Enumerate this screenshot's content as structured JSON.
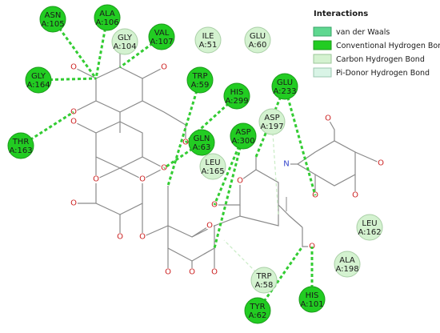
{
  "legend": {
    "title": "Interactions",
    "items": [
      {
        "label": "van der Waals",
        "color": "#5fd890",
        "border": "#3aa468"
      },
      {
        "label": "Conventional Hydrogen Bond",
        "color": "#22cc22",
        "border": "#1a9a1a"
      },
      {
        "label": "Carbon Hydrogen Bond",
        "color": "#d4f2d0",
        "border": "#9cc79a"
      },
      {
        "label": "Pi-Donor Hydrogen Bond",
        "color": "#d9f4e6",
        "border": "#9cc7b0"
      }
    ]
  },
  "atom_symbols": {
    "oxygen": "O",
    "nitrogen": "N"
  },
  "residues": [
    {
      "id": "ASN",
      "num": "A:105",
      "kind": "conventional"
    },
    {
      "id": "ALA",
      "num": "A:106",
      "kind": "conventional"
    },
    {
      "id": "GLY",
      "num": "A:104",
      "kind": "vdw_light"
    },
    {
      "id": "VAL",
      "num": "A:107",
      "kind": "conventional"
    },
    {
      "id": "ILE",
      "num": "A:51",
      "kind": "vdw_light"
    },
    {
      "id": "GLU",
      "num": "A:60",
      "kind": "vdw_light"
    },
    {
      "id": "GLY",
      "num": "A:164",
      "kind": "conventional"
    },
    {
      "id": "TRP",
      "num": "A:59",
      "kind": "conventional"
    },
    {
      "id": "HIS",
      "num": "A:299",
      "kind": "conventional"
    },
    {
      "id": "GLU",
      "num": "A:233",
      "kind": "conventional"
    },
    {
      "id": "ASP",
      "num": "A:197",
      "kind": "vdw_light"
    },
    {
      "id": "THR",
      "num": "A:163",
      "kind": "conventional"
    },
    {
      "id": "GLN",
      "num": "A:63",
      "kind": "conventional"
    },
    {
      "id": "ASP",
      "num": "A:300",
      "kind": "conventional"
    },
    {
      "id": "LEU",
      "num": "A:165",
      "kind": "vdw_light"
    },
    {
      "id": "LEU",
      "num": "A:162",
      "kind": "vdw_light"
    },
    {
      "id": "ALA",
      "num": "A:198",
      "kind": "vdw_light"
    },
    {
      "id": "TRP",
      "num": "A:58",
      "kind": "vdw_light"
    },
    {
      "id": "TYR",
      "num": "A:62",
      "kind": "conventional"
    },
    {
      "id": "HIS",
      "num": "A:101",
      "kind": "conventional"
    }
  ]
}
